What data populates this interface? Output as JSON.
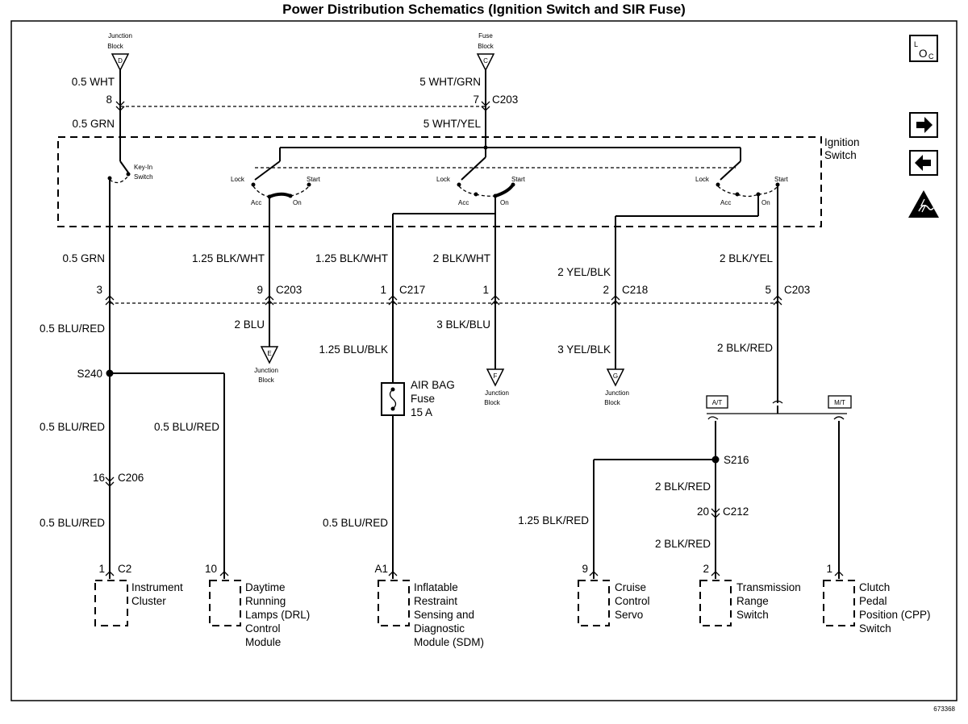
{
  "title": "Power Distribution Schematics (Ignition Switch and SIR Fuse)",
  "figure_number": "673368",
  "sources": {
    "junction_block_d": {
      "label_line1": "Junction",
      "label_line2": "Block",
      "letter": "D"
    },
    "fuse_block_c": {
      "label_line1": "Fuse",
      "label_line2": "Block",
      "letter": "C"
    }
  },
  "ignition_switch": {
    "label_line1": "Ignition",
    "label_line2": "Switch"
  },
  "key_in_switch": {
    "label_line1": "Key-In",
    "label_line2": "Switch"
  },
  "switch_positions": {
    "lock": "Lock",
    "start": "Start",
    "acc": "Acc",
    "on": "On"
  },
  "wires": {
    "d_out": "0.5 WHT",
    "d_pin": "8",
    "c_out": "5 WHT/GRN",
    "c_pin": "7",
    "c203_top": "C203",
    "keyin_feed": "0.5 GRN",
    "ign_feed": "5 WHT/YEL",
    "col1": "0.5 GRN",
    "col2": "1.25 BLK/WHT",
    "col3": "1.25 BLK/WHT",
    "col4": "2 BLK/WHT",
    "col5": "2 YEL/BLK",
    "col6": "2 BLK/YEL",
    "pin1": "3",
    "pin2": "9",
    "pin3": "1",
    "pin4": "1",
    "pin5": "2",
    "pin6": "5",
    "conn2": "C203",
    "conn3": "C217",
    "conn5": "C218",
    "conn6": "C203",
    "below1": "0.5 BLU/RED",
    "below2": "2 BLU",
    "below3": "1.25 BLU/BLK",
    "below4": "3 BLK/BLU",
    "below5": "3 YEL/BLK",
    "below6": "2 BLK/RED",
    "splice_s240": "S240",
    "ic_upper": "0.5 BLU/RED",
    "drl_wire": "0.5 BLU/RED",
    "ic_pin": "16",
    "c206": "C206",
    "ic_lower": "0.5 BLU/RED",
    "sdm_wire": "0.5 BLU/RED",
    "splice_s216": "S216",
    "s216_wire": "2 BLK/RED",
    "c212_pin": "20",
    "c212": "C212",
    "trs_wire": "2 BLK/RED",
    "cruise_wire": "1.25 BLK/RED"
  },
  "grounds": {
    "e": {
      "letter": "E",
      "label_line1": "Junction",
      "label_line2": "Block"
    },
    "f": {
      "letter": "F",
      "label_line1": "Junction",
      "label_line2": "Block"
    },
    "g": {
      "letter": "G",
      "label_line1": "Junction",
      "label_line2": "Block"
    }
  },
  "fuse": {
    "line1": "AIR BAG",
    "line2": "Fuse",
    "line3": "15 A"
  },
  "options": {
    "at": "A/T",
    "mt": "M/T"
  },
  "components": {
    "ic": {
      "pin": "1",
      "conn": "C2",
      "lines": [
        "Instrument",
        "Cluster"
      ]
    },
    "drl": {
      "pin": "10",
      "lines": [
        "Daytime",
        "Running",
        "Lamps (DRL)",
        "Control",
        "Module"
      ]
    },
    "sdm": {
      "pin": "A1",
      "lines": [
        "Inflatable",
        "Restraint",
        "Sensing and",
        "Diagnostic",
        "Module (SDM)"
      ]
    },
    "cruise": {
      "pin": "9",
      "lines": [
        "Cruise",
        "Control",
        "Servo"
      ]
    },
    "trs": {
      "pin": "2",
      "lines": [
        "Transmission",
        "Range",
        "Switch"
      ]
    },
    "cpp": {
      "pin": "1",
      "lines": [
        "Clutch",
        "Pedal",
        "Position (CPP)",
        "Switch"
      ]
    }
  },
  "sidebar": {
    "loc_label": "LOC",
    "next_icon": "arrow-right-icon",
    "prev_icon": "arrow-left-icon",
    "esd_icon": "esd-warning-icon"
  }
}
